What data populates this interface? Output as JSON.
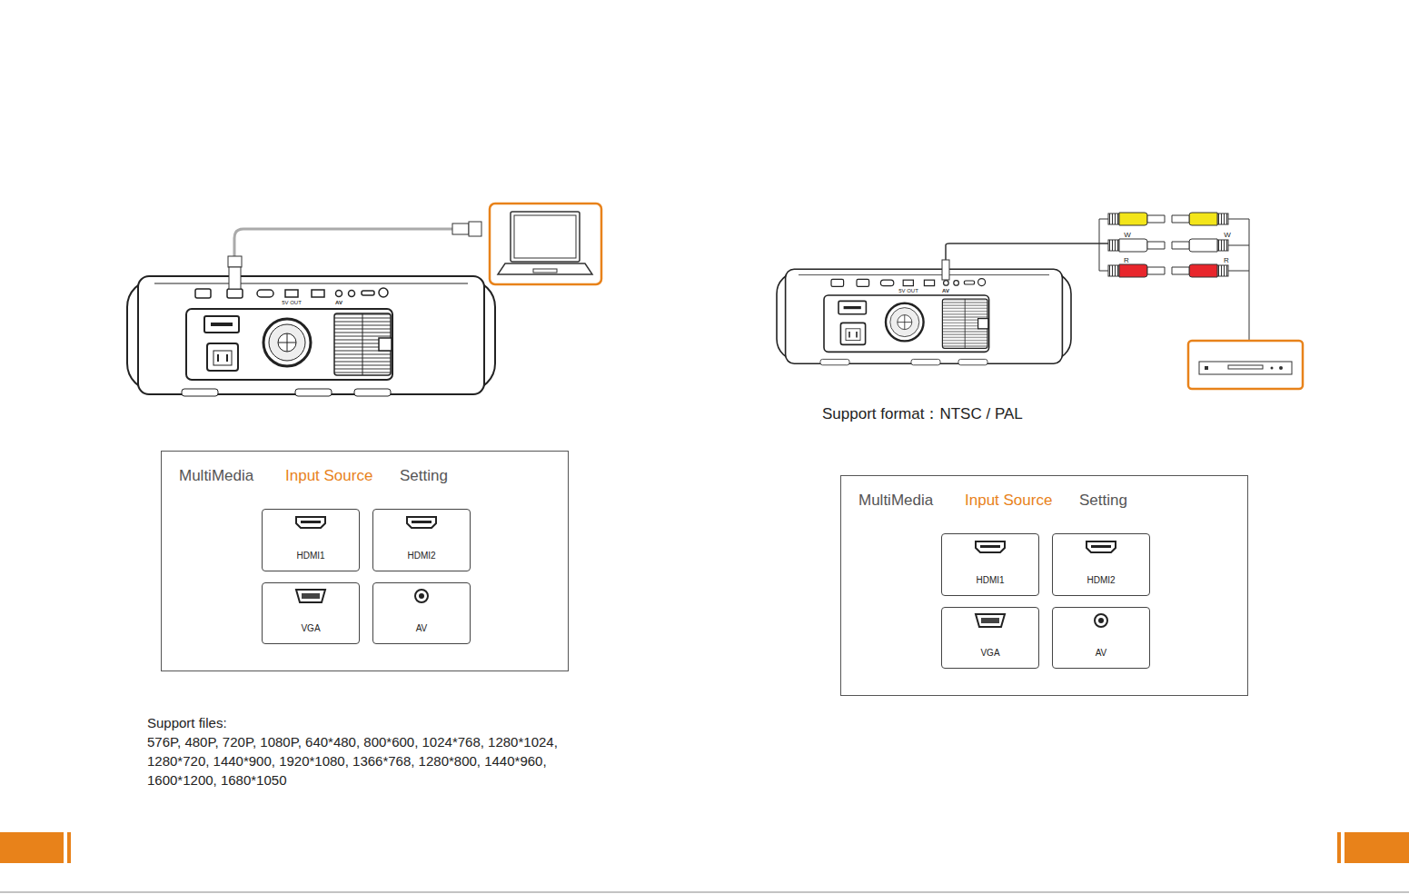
{
  "diagram": {
    "nodes": [
      {
        "text": [
          "MultiMedia",
          "Input Source",
          "Setting"
        ]
      },
      {
        "text": [
          "HDMI1"
        ],
        "in": 0
      },
      {
        "text": [
          "HDMI2"
        ],
        "in": 0
      },
      {
        "text": [
          "VGA"
        ],
        "in": 0
      },
      {
        "text": [
          "AV"
        ],
        "in": 0
      },
      {
        "text": [
          "MultiMedia",
          "Input Source",
          "Setting"
        ]
      },
      {
        "text": [
          "HDMI1"
        ],
        "in": 5
      },
      {
        "text": [
          "HDMI2"
        ],
        "in": 5
      },
      {
        "text": [
          "VGA"
        ],
        "in": 5
      },
      {
        "text": [
          "AV"
        ],
        "in": 5
      }
    ],
    "labels": [
      "Support files:",
      "576P, 480P, 720P, 1080P, 640*480, 800*600, 1024*768, 1280*1024, 1280*720, 1440*900, 1920*1080, 1366*768, 1280*800, 1440*960, 1600*1200, 1680*1050",
      "Support format：NTSC / PAL",
      "5V OUT",
      "AV",
      "5V OUT",
      "AV",
      "W",
      "W",
      "R",
      "R"
    ]
  }
}
